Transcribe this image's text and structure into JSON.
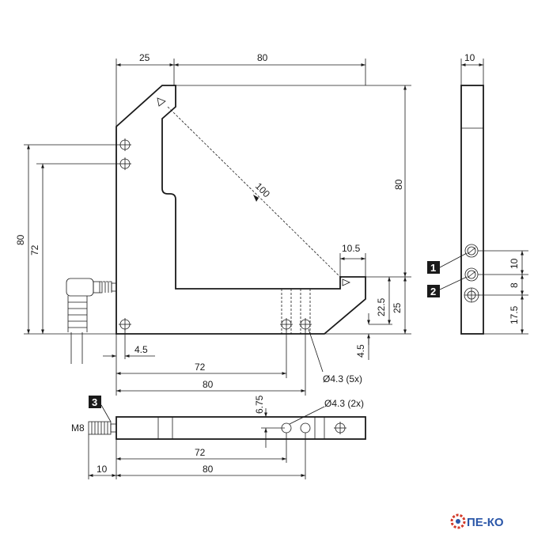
{
  "dimensions": {
    "top_width_left": "25",
    "top_width_main": "80",
    "right_height": "80",
    "diagonal": "100",
    "slot_width": "10.5",
    "right_22_5": "22.5",
    "right_25": "25",
    "right_4_5": "4.5",
    "left_80": "80",
    "left_72": "72",
    "bottom_4_5": "4.5",
    "bottom_72": "72",
    "bottom_80": "80",
    "hole_note": "Ø4.3 (5x)",
    "side_width": "10",
    "side_10": "10",
    "side_8": "8",
    "side_17_5": "17.5",
    "bottom_view_6_75": "6.75",
    "bottom_view_hole_note": "Ø4.3 (2x)",
    "thread": "M8",
    "bottom_view_10": "10",
    "bottom_view_72": "72",
    "bottom_view_80": "80"
  },
  "badges": {
    "one": "1",
    "two": "2",
    "three": "3"
  },
  "logo": {
    "text": "ПЕ-КО"
  },
  "colors": {
    "line": "#1a1a1a",
    "logo_blue": "#2a56a8",
    "logo_red": "#d23a2a"
  }
}
